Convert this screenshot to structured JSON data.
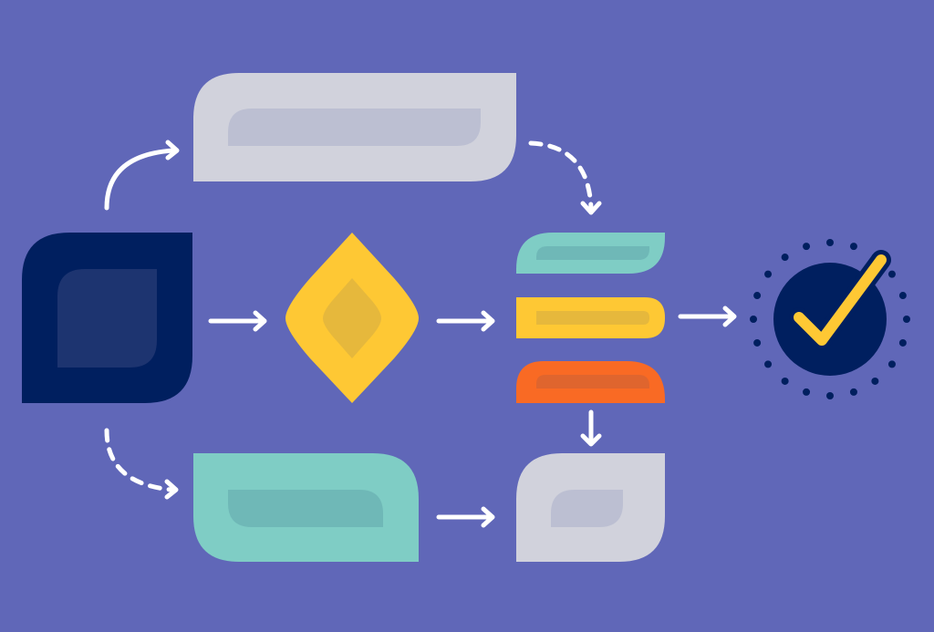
{
  "colors": {
    "background": "#6067b8",
    "navy": "#001f5f",
    "navy_inner": "#1d3470",
    "gray": "#d1d2dc",
    "gray_inner": "#bcbfd2",
    "teal": "#7fcdc5",
    "teal_inner": "#6fb8b7",
    "yellow": "#fec834",
    "yellow_inner": "#e6b83c",
    "orange": "#f96a24",
    "orange_inner": "#df652e",
    "arrow": "#ffffff"
  },
  "nodes": [
    "start-block",
    "process-top",
    "decision-diamond",
    "process-bottom",
    "option-teal",
    "option-yellow",
    "option-orange",
    "result-block",
    "success-check"
  ],
  "icons": [
    "checkmark-icon"
  ]
}
